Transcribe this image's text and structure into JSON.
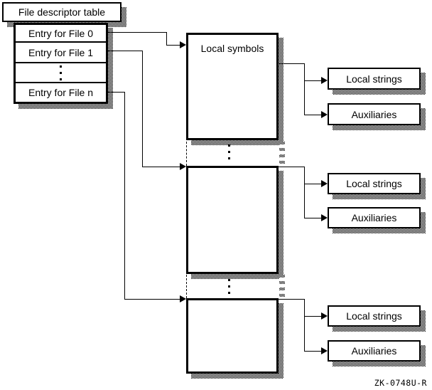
{
  "figure": {
    "id_label": "ZK-0748U-R",
    "colors": {
      "ink": "#000000",
      "paper": "#ffffff"
    },
    "descriptor_table": {
      "title": "File descriptor table",
      "entries": [
        "Entry for File 0",
        "Entry for File 1",
        "⋮",
        "Entry for File n"
      ]
    },
    "symbol_sections": [
      {
        "label": "Local symbols",
        "targets": [
          "Local strings",
          "Auxiliaries"
        ]
      },
      {
        "label": "",
        "targets": [
          "Local strings",
          "Auxiliaries"
        ]
      },
      {
        "label": "",
        "targets": [
          "Local strings",
          "Auxiliaries"
        ]
      }
    ],
    "ellipsis_symbol": "⋮"
  }
}
